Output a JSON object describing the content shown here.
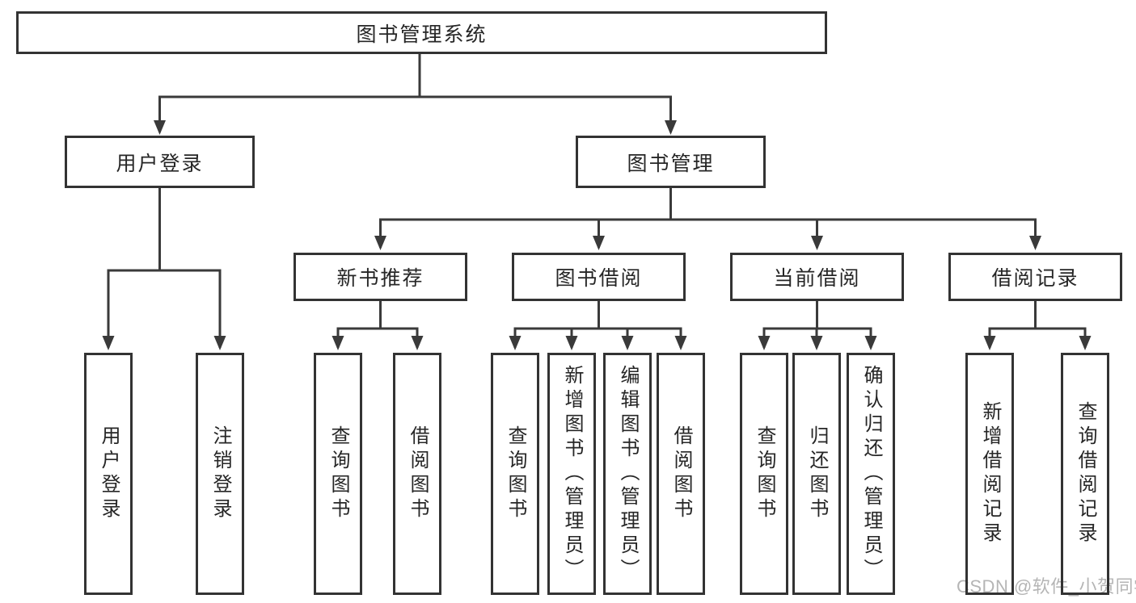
{
  "diagram": {
    "root": {
      "label": "图书管理系统"
    },
    "level2": [
      {
        "label": "用户登录"
      },
      {
        "label": "图书管理"
      }
    ],
    "level3": [
      {
        "label": "新书推荐"
      },
      {
        "label": "图书借阅"
      },
      {
        "label": "当前借阅"
      },
      {
        "label": "借阅记录"
      }
    ],
    "leaves": [
      {
        "label": "用户登录"
      },
      {
        "label": "注销登录"
      },
      {
        "label": "查询图书"
      },
      {
        "label": "借阅图书"
      },
      {
        "label": "查询图书"
      },
      {
        "label": "新增图书（管理员）"
      },
      {
        "label": "编辑图书（管理员）"
      },
      {
        "label": "借阅图书"
      },
      {
        "label": "查询图书"
      },
      {
        "label": "归还图书"
      },
      {
        "label": "确认归还（管理员）"
      },
      {
        "label": "新增借阅记录"
      },
      {
        "label": "查询借阅记录"
      }
    ]
  },
  "watermark": {
    "text": "CSDN @软件_小贺同学"
  },
  "colors": {
    "line": "#3a3a3a",
    "box_border": "#333333",
    "text": "#262626",
    "watermark": "#b5b5b5",
    "background": "#ffffff"
  }
}
